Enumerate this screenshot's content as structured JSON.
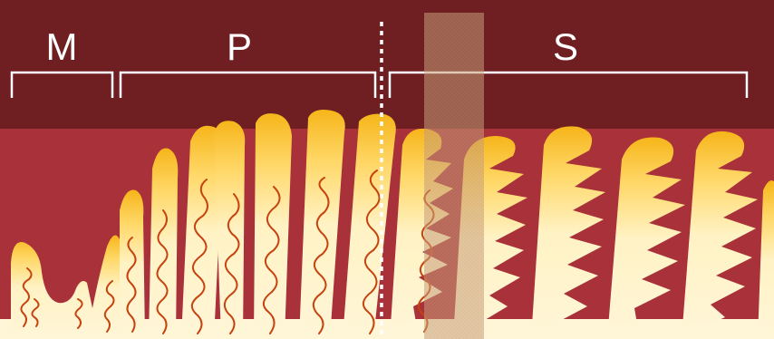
{
  "zones": {
    "m": {
      "label": "M"
    },
    "p": {
      "label": "P"
    },
    "s": {
      "label": "S"
    }
  },
  "colors": {
    "header_band": "#6f1f22",
    "tissue_background": "#a8313a",
    "villus_fill_light": "#fff2c4",
    "villus_fill_tip": "#f6b51a",
    "vessel": "#c6430f",
    "highlight_overlay": "#caa07a",
    "bracket": "#ffffff",
    "divider": "#ffffff"
  }
}
